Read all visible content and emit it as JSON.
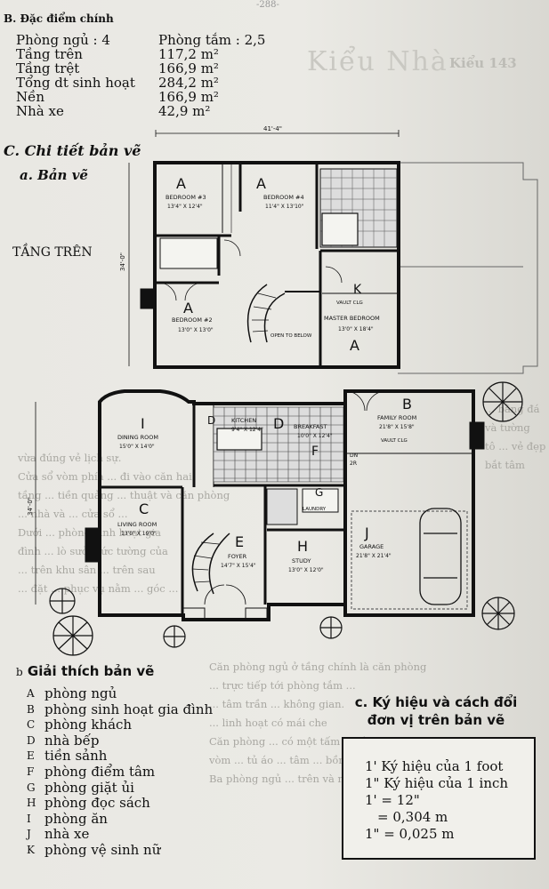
{
  "page_header": "-288-",
  "bleed_title": "Kiểu Nhà",
  "bleed_model": "Kiểu 143",
  "specs": {
    "heading": "B. Đặc điểm chính",
    "rows": [
      {
        "label": "Phòng ngủ : 4",
        "value": "Phòng tắm : 2,5"
      },
      {
        "label": "Tầng trên",
        "value": "117,2 m²"
      },
      {
        "label": "Tầng trệt",
        "value": "166,9 m²"
      },
      {
        "label": "Tổng dt sinh hoạt",
        "value": "284,2 m²"
      },
      {
        "label": "Nền",
        "value": "166,9 m²"
      },
      {
        "label": "Nhà xe",
        "value": "42,9 m²"
      }
    ]
  },
  "detail_heading": "C. Chi tiết bản vẽ",
  "drawing_heading": "a. Bản vẽ",
  "floor_label": "TẦNG TRÊN",
  "upper_plan": {
    "width_dim": "41'-4\"",
    "depth_dim": "34'-0\"",
    "rooms": [
      {
        "letter": "A",
        "name": "BEDROOM #3",
        "size": "13'4\" X 12'4\""
      },
      {
        "letter": "A",
        "name": "BEDROOM #4",
        "size": "11'4\" X 13'10\""
      },
      {
        "letter": "A",
        "name": "BEDROOM #2",
        "size": "13'0\" X 13'0\""
      },
      {
        "letter": "A",
        "name": "MASTER BEDROOM",
        "size": "13'0\" X 18'4\""
      }
    ],
    "k_letter": "K",
    "vault": "VAULT CLG",
    "open_below": "OPEN TO BELOW"
  },
  "lower_plan": {
    "depth_dim": "34'-0\"",
    "rooms": [
      {
        "letter": "I",
        "name": "DINING ROOM",
        "size": "15'0\" X 14'0\""
      },
      {
        "letter": "D",
        "name": "KITCHEN",
        "size": "9'4\" X 12'4\""
      },
      {
        "letter": "D",
        "name": "BREAKFAST",
        "size": "10'0\" X 12'4\""
      },
      {
        "letter": "B",
        "name": "FAMILY ROOM",
        "size": "21'8\" X 15'8\""
      },
      {
        "letter": "C",
        "name": "LIVING ROOM",
        "size": "13'0\" X 19'0\""
      },
      {
        "letter": "E",
        "name": "FOYER",
        "size": "14'7\" X 15'4\""
      },
      {
        "letter": "H",
        "name": "STUDY",
        "size": "13'0\" X 12'0\""
      },
      {
        "letter": "J",
        "name": "GARAGE",
        "size": "21'8\" X 21'4\""
      }
    ],
    "g_letter": "G",
    "f_letter": "F",
    "laundry": "LAUNDRY",
    "vault": "VAULT CLG",
    "dn": "DN",
    "step": "2R"
  },
  "legend": {
    "heading": "Giải thích bản vẽ",
    "heading_prefix": "b",
    "items": [
      {
        "letter": "A",
        "text": "phòng ngủ"
      },
      {
        "letter": "B",
        "text": "phòng sinh hoạt gia đình"
      },
      {
        "letter": "C",
        "text": "phòng khách"
      },
      {
        "letter": "D",
        "text": "nhà bếp"
      },
      {
        "letter": "E",
        "text": "tiền sảnh"
      },
      {
        "letter": "F",
        "text": "phòng điểm tâm"
      },
      {
        "letter": "G",
        "text": "phòng giặt ủi"
      },
      {
        "letter": "H",
        "text": "phòng đọc sách"
      },
      {
        "letter": "I",
        "text": "phòng ăn"
      },
      {
        "letter": "J",
        "text": "nhà xe"
      },
      {
        "letter": "K",
        "text": "phòng vệ sinh nữ"
      }
    ]
  },
  "symbols": {
    "heading_line1": "c. Ký hiệu và cách đổi",
    "heading_line2": "đơn vị trên bản vẽ",
    "lines": [
      "1' Ký hiệu của 1 foot",
      "1\" Ký hiệu của 1 inch",
      "1' = 12\"",
      "= 0,304 m",
      "1\" = 0,025 m"
    ]
  },
  "bleed_text": [
    "... bằng đá và tường",
    "tô ... vẻ đẹp bắt tâm",
    "vừa đúng vẻ lịch sự.",
    "Cửa sổ vòm phía ... đi vào căn hai",
    "tầng ... tiền quảng ... thuật và căn phòng",
    "... nhà và ... cửa sổ ...",
    "Dưới ... phòng sinh hoạt gia",
    "đình ... lò sưởi bức tường của",
    "... trên khu sân ... trên sau",
    "... đặt ... phục vụ nằm ... góc ...",
    "Căn phòng ngủ ở tầng chính là căn phòng",
    "... trực tiếp tới phòng tắm ...",
    "... tâm trần ... không gian.",
    "... linh hoạt có mái che",
    "Căn phòng ... có một tấm ... tầng",
    "vòm ... tủ áo ... tâm ... bồn tắm lớn.",
    "Ba phòng ngủ ... trên và nhà tắm"
  ]
}
